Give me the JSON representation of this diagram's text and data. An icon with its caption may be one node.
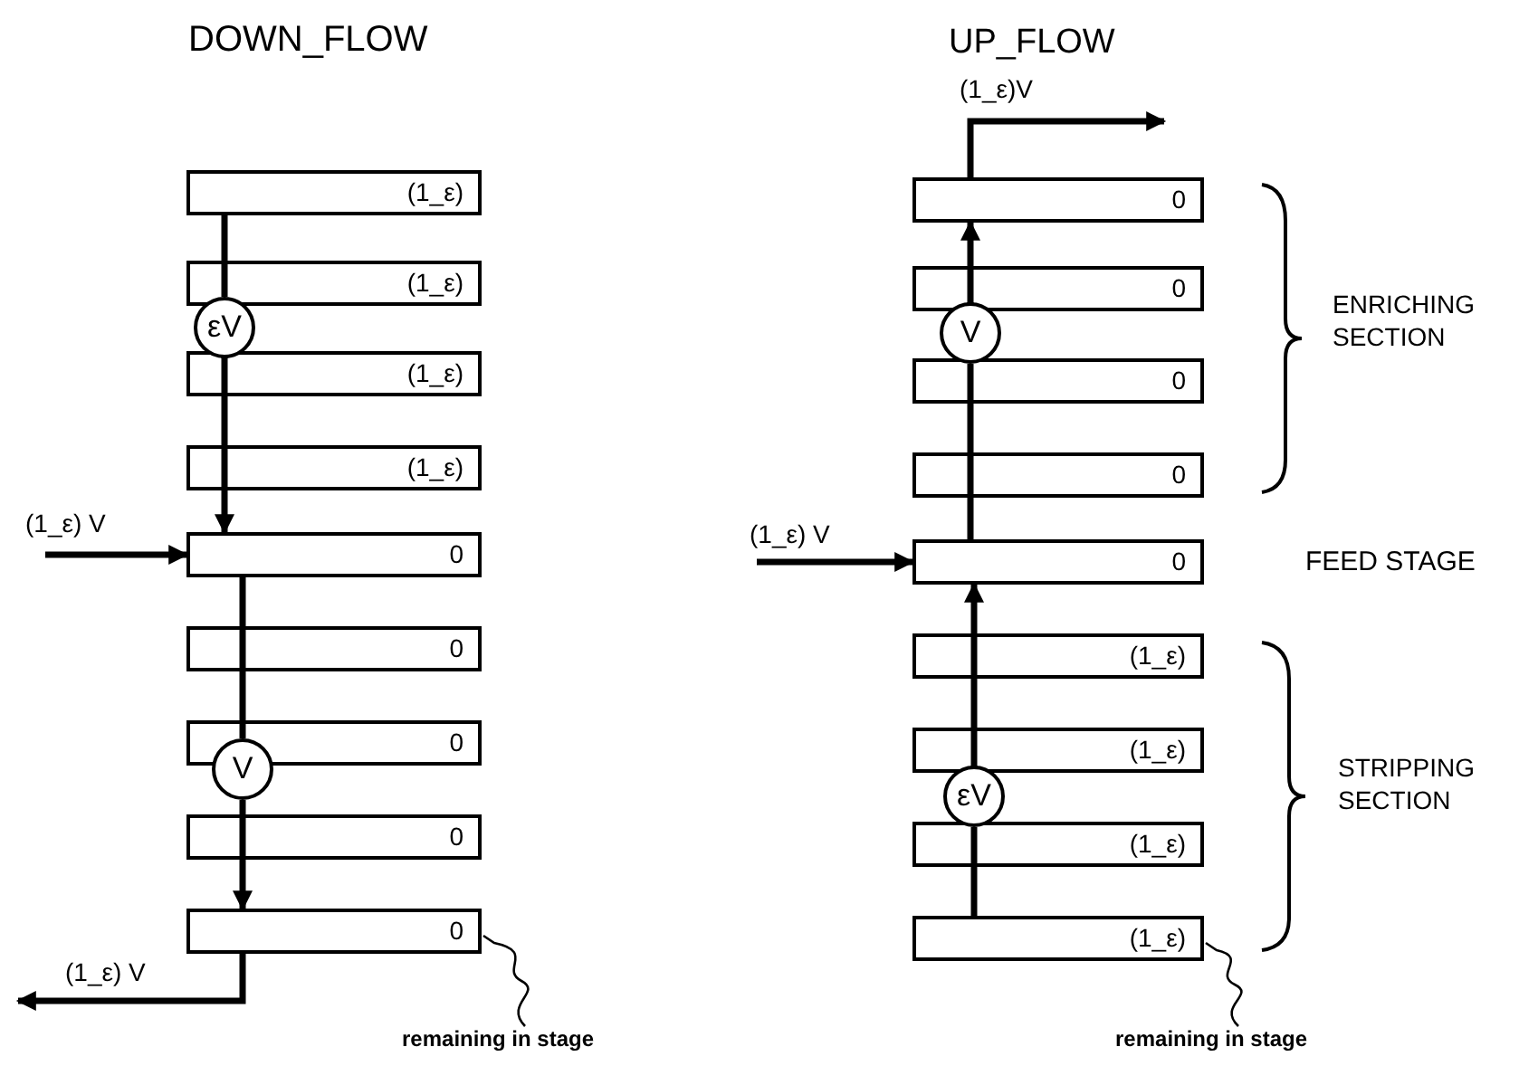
{
  "diagram": {
    "nodes": [
      {
        "text": [
          "(1_ε)"
        ]
      },
      {
        "text": [
          "(1_ε)"
        ]
      },
      {
        "text": [
          "(1_ε)"
        ]
      },
      {
        "text": [
          "(1_ε)"
        ]
      },
      {
        "text": [
          "0"
        ]
      },
      {
        "text": [
          "0"
        ]
      },
      {
        "text": [
          "0"
        ]
      },
      {
        "text": [
          "0"
        ]
      },
      {
        "text": [
          "0"
        ]
      },
      {
        "text": [
          "εV"
        ]
      },
      {
        "text": [
          "V"
        ]
      },
      {
        "text": [
          "remaining in stage"
        ]
      },
      {
        "text": [
          "0"
        ]
      },
      {
        "text": [
          "0"
        ]
      },
      {
        "text": [
          "0"
        ]
      },
      {
        "text": [
          "0"
        ]
      },
      {
        "text": [
          "0"
        ]
      },
      {
        "text": [
          "(1_ε)"
        ]
      },
      {
        "text": [
          "(1_ε)"
        ]
      },
      {
        "text": [
          "(1_ε)"
        ]
      },
      {
        "text": [
          "(1_ε)"
        ]
      },
      {
        "text": [
          "V"
        ]
      },
      {
        "text": [
          "εV"
        ]
      },
      {
        "text": [
          "remaining in stage"
        ]
      }
    ],
    "edges": [
      {
        "from": 0,
        "to": 1,
        "arrow": "none"
      },
      {
        "from": 1,
        "to": 9,
        "arrow": "none"
      },
      {
        "from": 9,
        "to": 2,
        "arrow": "none"
      },
      {
        "from": 2,
        "to": 3,
        "arrow": "none"
      },
      {
        "from": 3,
        "to": 4,
        "arrow": "to"
      },
      {
        "from": null,
        "to": 4,
        "arrow": "to",
        "label": "(1_ε) V"
      },
      {
        "from": 4,
        "to": 5,
        "arrow": "none"
      },
      {
        "from": 5,
        "to": 6,
        "arrow": "none"
      },
      {
        "from": 6,
        "to": 10,
        "arrow": "none"
      },
      {
        "from": 10,
        "to": 7,
        "arrow": "none"
      },
      {
        "from": 7,
        "to": 8,
        "arrow": "to"
      },
      {
        "from": 8,
        "to": null,
        "arrow": "to",
        "label": "(1_ε) V"
      },
      {
        "from": 11,
        "to": 8,
        "arrow": "none"
      },
      {
        "from": 20,
        "to": 19,
        "arrow": "none"
      },
      {
        "from": 19,
        "to": 22,
        "arrow": "none"
      },
      {
        "from": 22,
        "to": 18,
        "arrow": "none"
      },
      {
        "from": 18,
        "to": 17,
        "arrow": "none"
      },
      {
        "from": 17,
        "to": 16,
        "arrow": "to"
      },
      {
        "from": null,
        "to": 16,
        "arrow": "to",
        "label": "(1_ε) V"
      },
      {
        "from": 16,
        "to": 15,
        "arrow": "none"
      },
      {
        "from": 15,
        "to": 14,
        "arrow": "none"
      },
      {
        "from": 14,
        "to": 21,
        "arrow": "none"
      },
      {
        "from": 21,
        "to": 13,
        "arrow": "none"
      },
      {
        "from": 13,
        "to": 12,
        "arrow": "to"
      },
      {
        "from": 12,
        "to": null,
        "arrow": "to",
        "label": "(1_ε)V"
      },
      {
        "from": 23,
        "to": 20,
        "arrow": "none"
      }
    ],
    "labels": [
      "DOWN_FLOW",
      "UP_FLOW",
      "ENRICHING SECTION",
      "FEED STAGE",
      "STRIPPING SECTION"
    ]
  }
}
